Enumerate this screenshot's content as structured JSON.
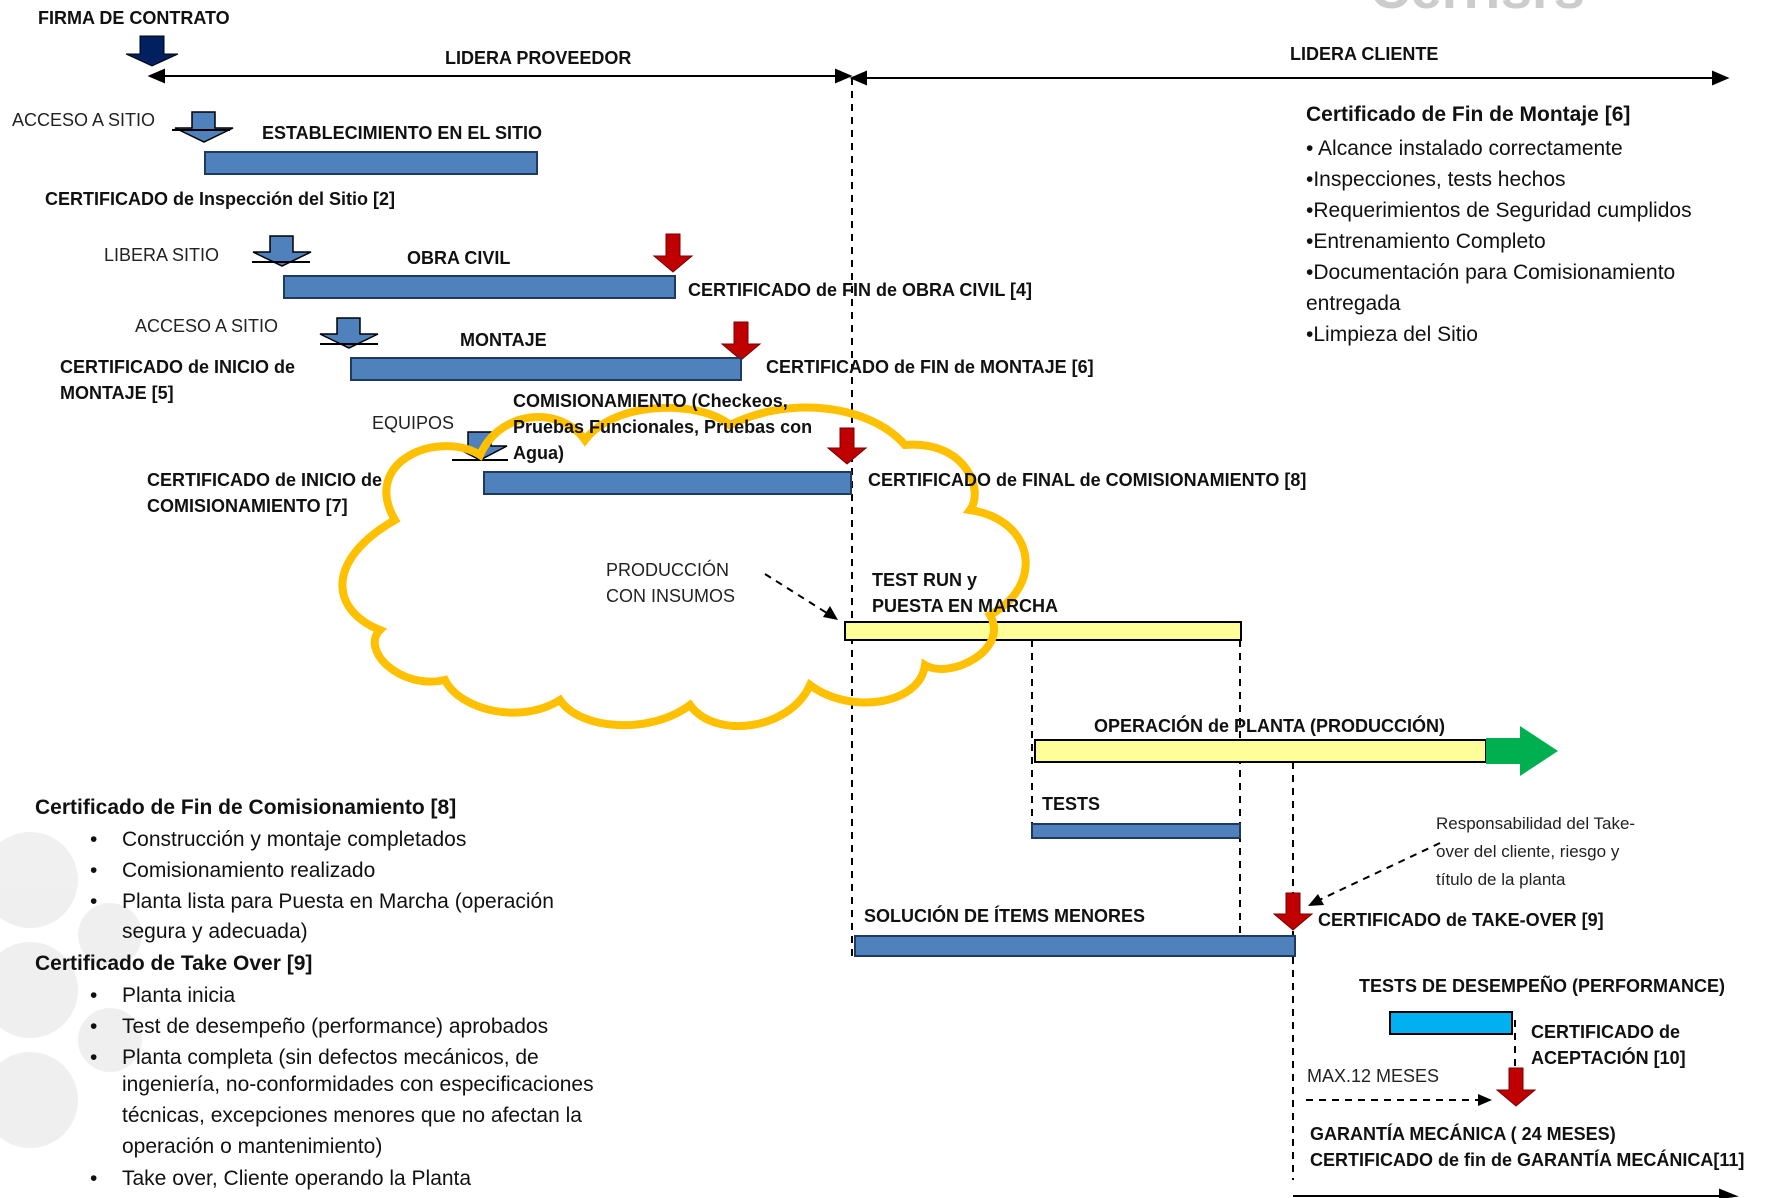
{
  "header": {
    "firma": "FIRMA DE CONTRATO",
    "lidera_proveedor": "LIDERA PROVEEDOR",
    "lidera_cliente": "LIDERA CLIENTE",
    "logo_fragment": "Cerrisrs"
  },
  "labels": {
    "acceso_sitio_1": "ACCESO A SITIO",
    "establecimiento": "ESTABLECIMIENTO EN EL SITIO",
    "cert_inspeccion": "CERTIFICADO de Inspección del Sitio [2]",
    "libera_sitio": "LIBERA SITIO",
    "obra_civil": "OBRA CIVIL",
    "cert_fin_obra": "CERTIFICADO de FIN de OBRA CIVIL [4]",
    "acceso_sitio_2": "ACCESO A SITIO",
    "montaje": "MONTAJE",
    "cert_inicio_montaje_1": "CERTIFICADO de INICIO de",
    "cert_inicio_montaje_2": "MONTAJE [5]",
    "cert_fin_montaje": "CERTIFICADO de FIN de MONTAJE [6]",
    "equipos": "EQUIPOS",
    "comisionamiento_1": "COMISIONAMIENTO (Checkeos,",
    "comisionamiento_2": "Pruebas Funcionales, Pruebas con",
    "comisionamiento_3": "Agua)",
    "cert_inicio_comis_1": "CERTIFICADO de INICIO de",
    "cert_inicio_comis_2": "COMISIONAMIENTO [7]",
    "cert_final_comis": "CERTIFICADO de FINAL de COMISIONAMIENTO [8]",
    "produccion_1": "PRODUCCIÓN",
    "produccion_2": "CON INSUMOS",
    "test_run_1": "TEST RUN y",
    "test_run_2": "PUESTA EN MARCHA",
    "operacion": "OPERACIÓN de PLANTA (PRODUCCIÓN)",
    "tests": "TESTS",
    "solucion": "SOLUCIÓN DE ÍTEMS MENORES",
    "resp_1": "Responsabilidad del Take-",
    "resp_2": "over del cliente, riesgo y",
    "resp_3": "título de la planta",
    "cert_takeover": "CERTIFICADO de TAKE-OVER [9]",
    "tests_desempeno": "TESTS DE DESEMPEÑO (PERFORMANCE)",
    "cert_aceptacion_1": "CERTIFICADO de",
    "cert_aceptacion_2": "ACEPTACIÓN [10]",
    "max_meses": "MAX.12 MESES",
    "garantia_1": "GARANTÍA MECÁNICA ( 24 MESES)",
    "garantia_2": "CERTIFICADO de fin de GARANTÍA MECÁNICA[11]"
  },
  "box_montaje": {
    "title": "Certificado de Fin de Montaje [6]",
    "items": [
      "• Alcance instalado correctamente",
      "•Inspecciones, tests hechos",
      "•Requerimientos de Seguridad cumplidos",
      "•Entrenamiento Completo",
      "•Documentación para Comisionamiento",
      "entregada",
      "•Limpieza del Sitio"
    ]
  },
  "box_comisionamiento": {
    "title": "Certificado de Fin de Comisionamiento [8]",
    "items": [
      "Construcción y montaje completados",
      "Comisionamiento realizado",
      "Planta lista para Puesta en Marcha (operación",
      "segura y adecuada)"
    ]
  },
  "box_takeover": {
    "title": "Certificado de Take Over [9]",
    "items": [
      "Planta inicia",
      "Test de desempeño (performance) aprobados",
      "Planta completa (sin defectos mecánicos,  de",
      "ingeniería, no-conformidades con especificaciones",
      "técnicas, excepciones menores que no afectan la",
      "operación o mantenimiento)",
      "Take over, Cliente operando la Planta"
    ]
  },
  "colors": {
    "bar_blue": "#4f81bd",
    "bar_yellow": "#ffff99",
    "bar_cyan": "#00b0f0",
    "arrow_red": "#c00000",
    "arrow_green": "#00b050",
    "arrow_navy": "#002060",
    "cloud": "#ffc000"
  }
}
